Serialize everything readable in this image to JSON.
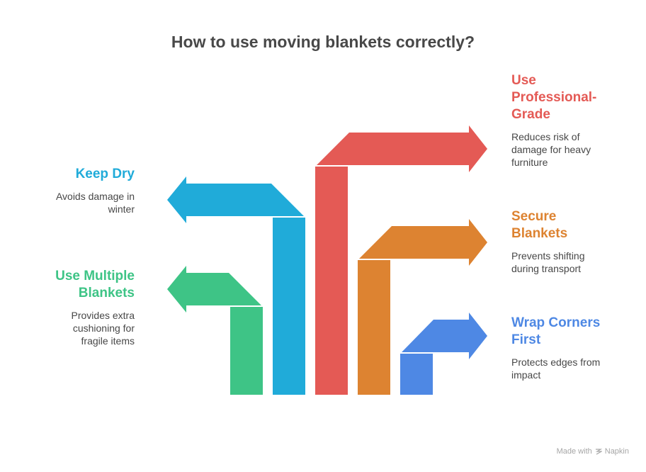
{
  "title": "How to use moving blankets correctly?",
  "colors": {
    "green": "#3EC486",
    "cyan": "#20ABD9",
    "red": "#E45A55",
    "orange": "#DD8331",
    "blue": "#4E88E4",
    "text": "#474747"
  },
  "items": [
    {
      "heading": "Use Multiple Blankets",
      "heading_lines": [
        "Use Multiple",
        "Blankets"
      ],
      "description_lines": [
        "Provides extra",
        "cushioning for",
        "fragile items"
      ],
      "color": "#3EC486",
      "direction": "left"
    },
    {
      "heading": "Keep Dry",
      "heading_lines": [
        "Keep Dry"
      ],
      "description_lines": [
        "Avoids damage in",
        "winter"
      ],
      "color": "#20ABD9",
      "direction": "left"
    },
    {
      "heading": "Use Professional-Grade",
      "heading_lines": [
        "Use",
        "Professional-",
        "Grade"
      ],
      "description_lines": [
        "Reduces risk of",
        "damage for heavy",
        "furniture"
      ],
      "color": "#E45A55",
      "direction": "right"
    },
    {
      "heading": "Secure Blankets",
      "heading_lines": [
        "Secure",
        "Blankets"
      ],
      "description_lines": [
        "Prevents shifting",
        "during transport"
      ],
      "color": "#DD8331",
      "direction": "right"
    },
    {
      "heading": "Wrap Corners First",
      "heading_lines": [
        "Wrap Corners",
        "First"
      ],
      "description_lines": [
        "Protects edges from",
        "impact"
      ],
      "color": "#4E88E4",
      "direction": "right"
    }
  ],
  "footer": {
    "made_with": "Made with",
    "brand": "Napkin"
  }
}
